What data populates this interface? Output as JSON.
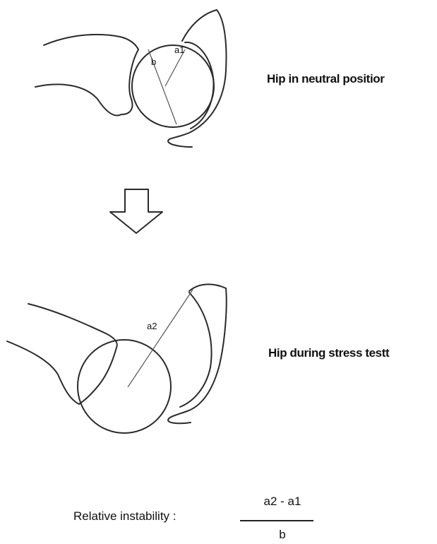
{
  "figure": {
    "top_panel": {
      "caption": "Hip in neutral positior",
      "labels": {
        "b": "b",
        "a1": "a1"
      }
    },
    "transition": {
      "arrow_icon": "down-arrow-icon"
    },
    "bottom_panel": {
      "caption": "Hip during stress testt",
      "labels": {
        "a2": "a2"
      }
    },
    "formula": {
      "label": "Relative instability :",
      "numerator": "a2 - a1",
      "denominator": "b"
    },
    "colors": {
      "line": "#2a2a2a",
      "measure_line": "#555555",
      "background": "#ffffff"
    }
  }
}
